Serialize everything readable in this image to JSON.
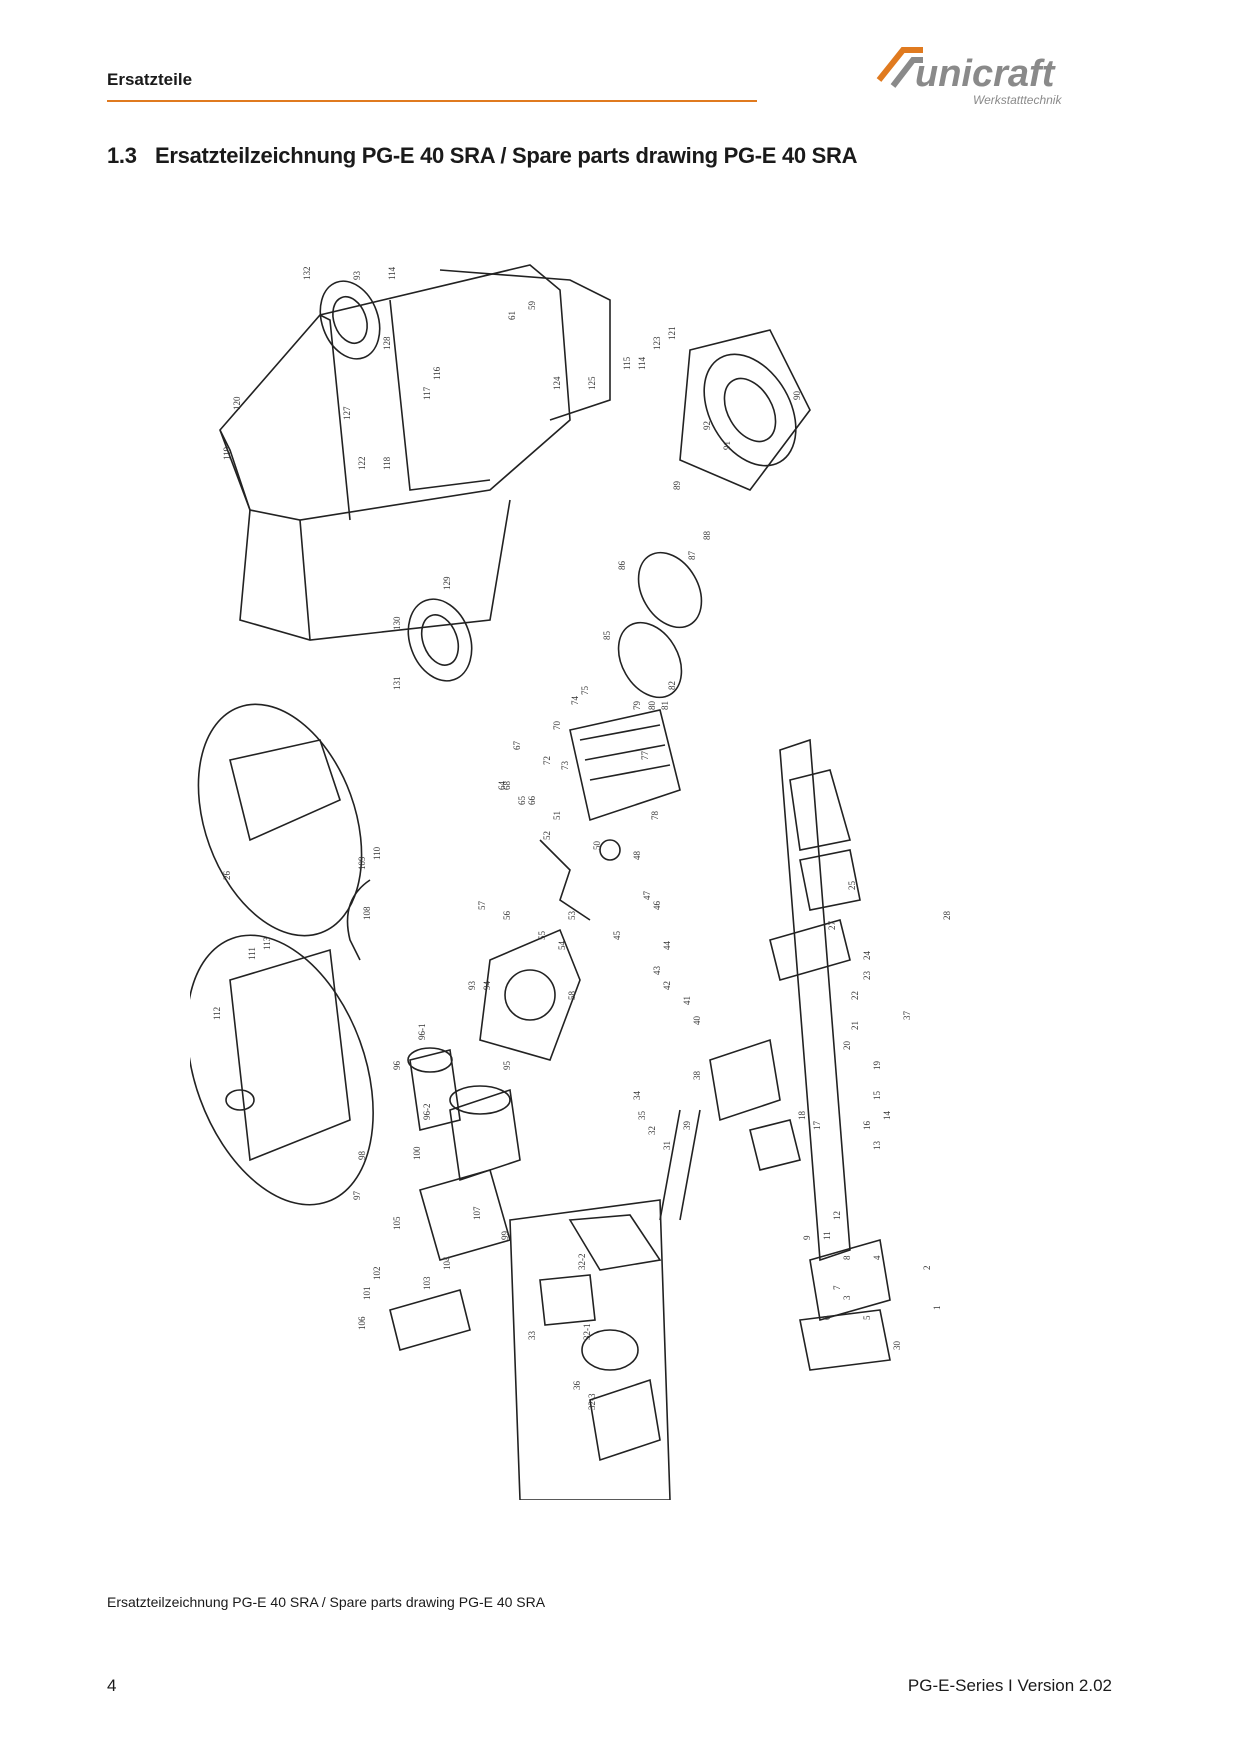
{
  "header": {
    "section_label": "Ersatzteile",
    "logo_text": "unicraft",
    "logo_subtext": "Werkstatttechnik",
    "accent_color": "#e07a1f",
    "logo_color": "#8a8a8a"
  },
  "section": {
    "number": "1.3",
    "title": "Ersatzteilzeichnung PG-E 40 SRA  /  Spare parts drawing PG-E 40 SRA"
  },
  "drawing": {
    "part_labels": [
      "132",
      "93",
      "114",
      "61",
      "59",
      "124",
      "125",
      "115",
      "114",
      "123",
      "121",
      "120",
      "119",
      "122",
      "118",
      "116",
      "117",
      "127",
      "128",
      "129",
      "130",
      "131",
      "90",
      "92",
      "91",
      "89",
      "88",
      "87",
      "86",
      "85",
      "82",
      "81",
      "80",
      "79",
      "78",
      "77",
      "75",
      "74",
      "73",
      "72",
      "70",
      "68",
      "67",
      "66",
      "65",
      "64",
      "52",
      "51",
      "50",
      "48",
      "47",
      "46",
      "45",
      "44",
      "43",
      "42",
      "41",
      "40",
      "57",
      "56",
      "55",
      "54",
      "53",
      "58",
      "94",
      "93",
      "95",
      "96",
      "96-1",
      "96-2",
      "97",
      "98",
      "99",
      "100",
      "101",
      "102",
      "103",
      "104",
      "105",
      "106",
      "107",
      "108",
      "109",
      "110",
      "111",
      "112",
      "113",
      "26",
      "27",
      "28",
      "25",
      "24",
      "23",
      "22",
      "21",
      "20",
      "19",
      "18",
      "17",
      "16",
      "15",
      "14",
      "13",
      "12",
      "11",
      "9",
      "8",
      "7",
      "6",
      "5",
      "4",
      "3",
      "2",
      "1",
      "30",
      "31",
      "32",
      "32-1",
      "32-2",
      "32-3",
      "33",
      "34",
      "35",
      "36",
      "37",
      "38",
      "39"
    ]
  },
  "footer": {
    "caption": "Ersatzteilzeichnung PG-E 40 SRA / Spare parts drawing PG-E 40 SRA",
    "page_number": "4",
    "version": "PG-E-Series I Version 2.02"
  }
}
